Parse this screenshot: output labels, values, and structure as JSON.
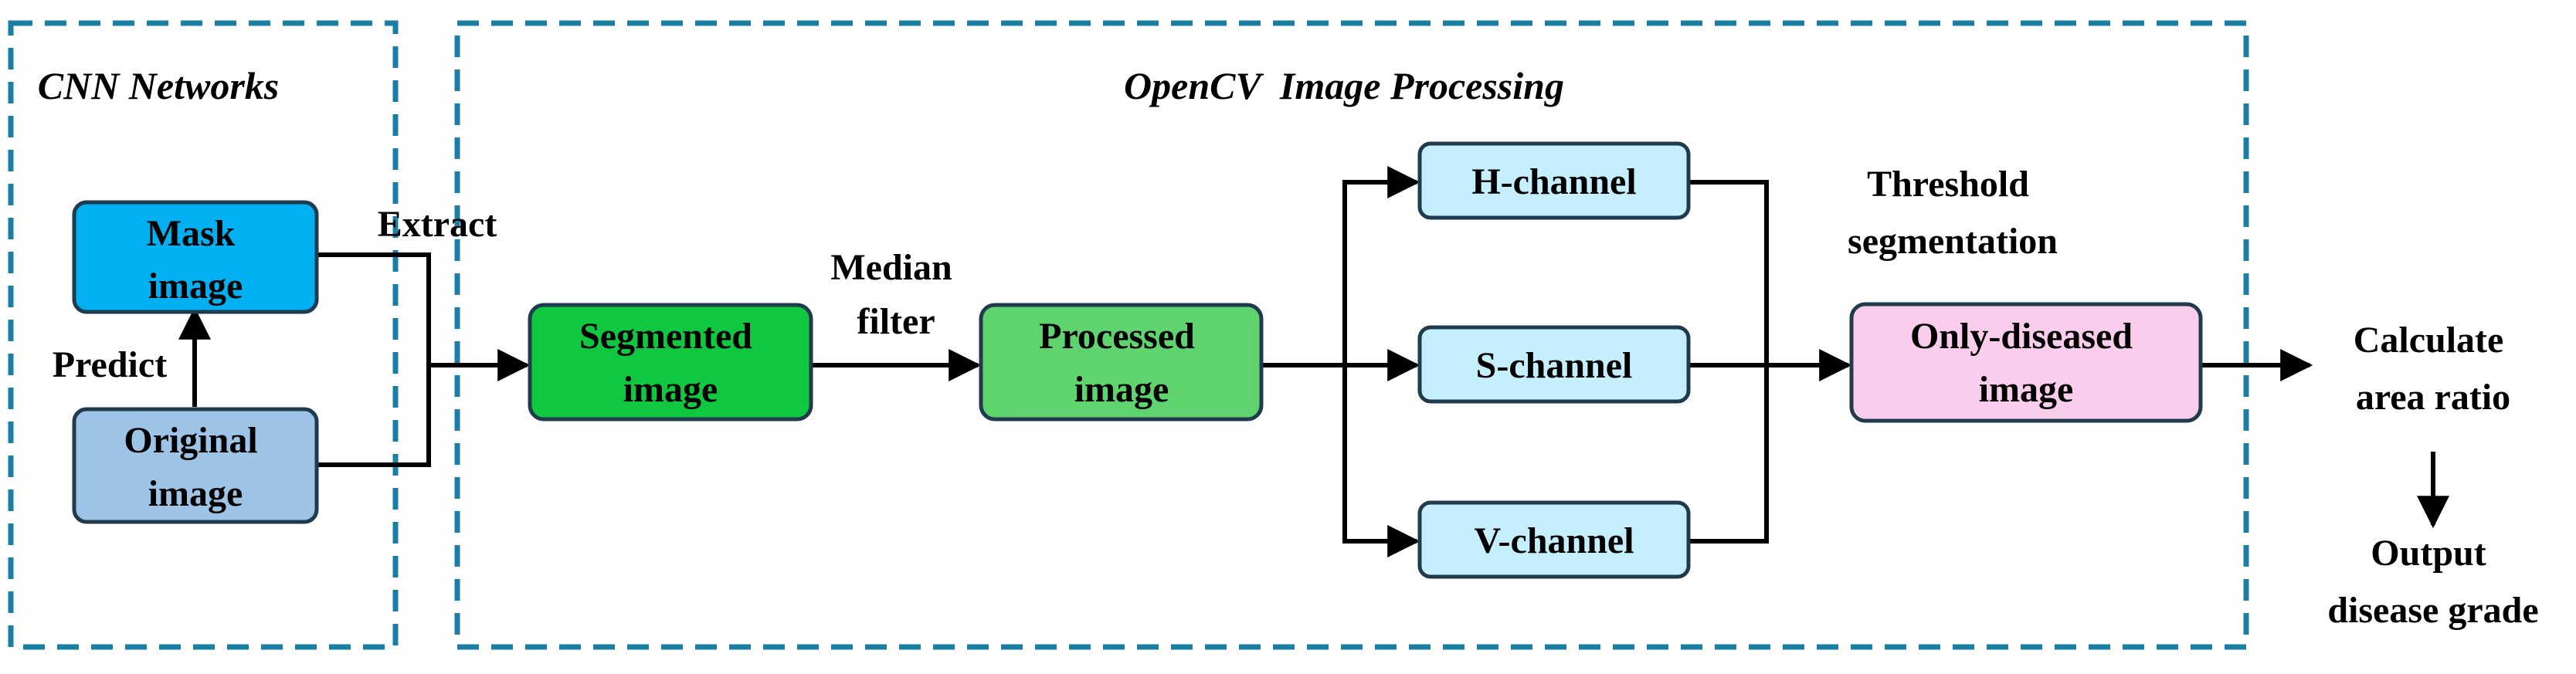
{
  "sections": {
    "cnn": "CNN Networks",
    "opencv": "OpenCV  Image Processing"
  },
  "nodes": {
    "mask": [
      "Mask",
      "image"
    ],
    "original": [
      "Original",
      "image"
    ],
    "segmented": [
      "Segmented",
      "image"
    ],
    "processed": [
      "Processed",
      "image"
    ],
    "h_channel": [
      "H-channel"
    ],
    "s_channel": [
      "S-channel"
    ],
    "v_channel": [
      "V-channel"
    ],
    "only_diseased": [
      "Only-diseased",
      "image"
    ]
  },
  "edge_labels": {
    "predict": "Predict",
    "extract": "Extract",
    "median": [
      "Median",
      "filter"
    ],
    "threshold": [
      "Threshold",
      "segmentation"
    ],
    "calculate": [
      "Calculate",
      "area ratio"
    ],
    "output": [
      "Output",
      "disease grade"
    ]
  },
  "colors": {
    "frame": "#1b7ea3",
    "mask_fill": "#00b0f0",
    "original_fill": "#9dc3e6",
    "segmented_fill": "#10c840",
    "processed_fill": "#5fd46e",
    "channel_fill": "#c5effc",
    "diseased_fill": "#fbcdec",
    "box_stroke": "#1f3b4d"
  }
}
